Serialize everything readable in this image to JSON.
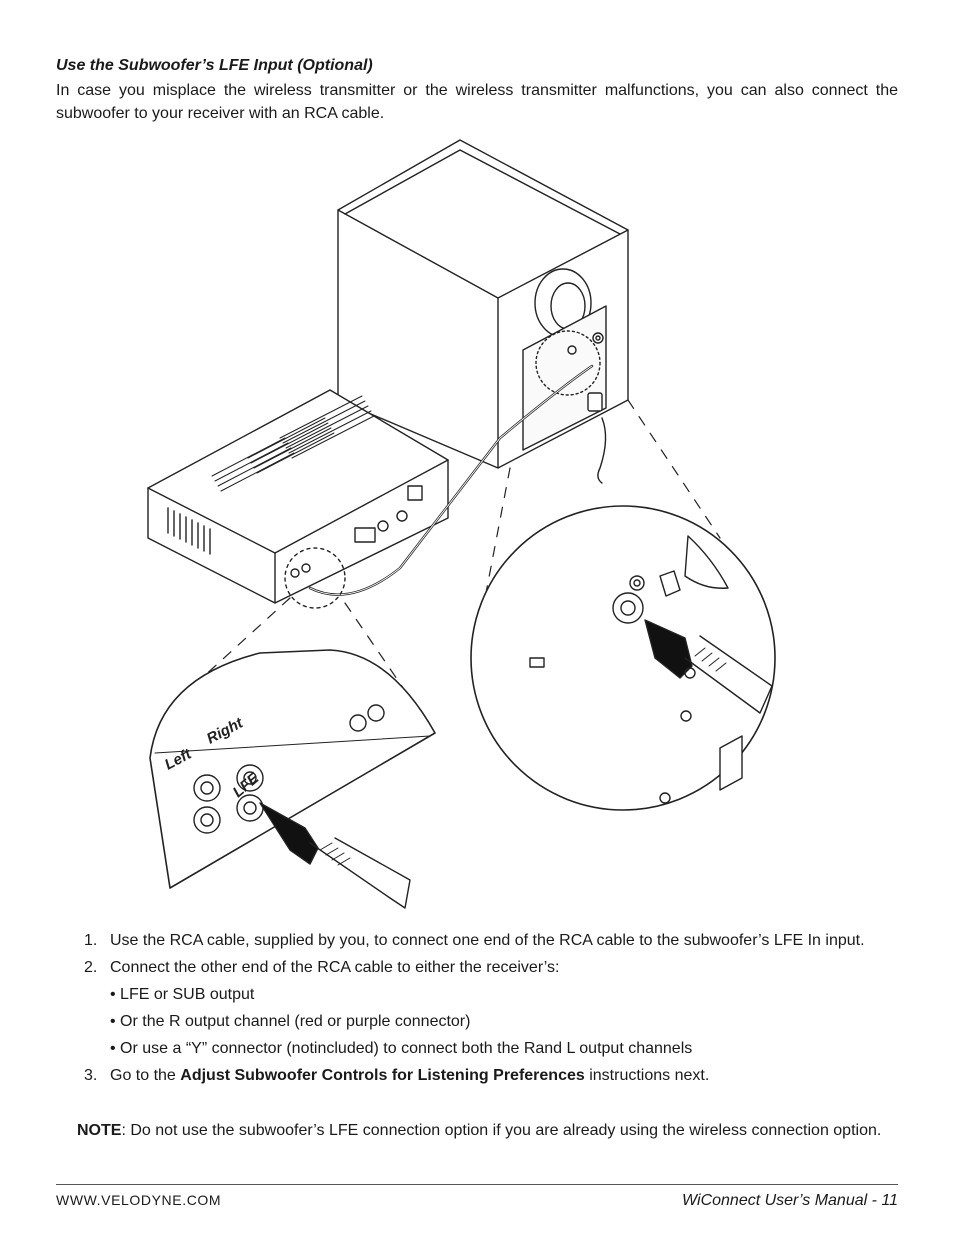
{
  "section": {
    "heading": "Use the Subwoofer’s LFE Input (Optional)",
    "intro": "In case you misplace the wireless transmitter or the wireless transmitter malfunctions, you can also connect the subwoofer to your receiver with an RCA cable."
  },
  "figure": {
    "labels": {
      "left": "Left",
      "right": "Right",
      "lfe": "LFE"
    }
  },
  "steps": [
    {
      "num": "1.",
      "text": "Use the RCA cable, supplied by you, to connect one end of the RCA cable to the subwoofer’s LFE In input."
    },
    {
      "num": "2.",
      "text": "Connect the other end of the RCA cable to either the receiver’s:"
    }
  ],
  "bullets": [
    "• LFE or SUB output",
    "• Or the R output channel (red or purple connector)",
    "• Or use a “Y” connector (notincluded) to connect both the Rand L output channels"
  ],
  "step3": {
    "num": "3.",
    "prefix": "Go to the ",
    "bold": "Adjust Subwoofer Controls for Listening Preferences",
    "suffix": " instructions next."
  },
  "note": {
    "label": "NOTE",
    "text": ": Do not use the subwoofer’s LFE connection option if you are already using the wireless connection option."
  },
  "footer": {
    "website": "WWW.VELODYNE.COM",
    "manual": "WiConnect User’s Manual - 11"
  }
}
